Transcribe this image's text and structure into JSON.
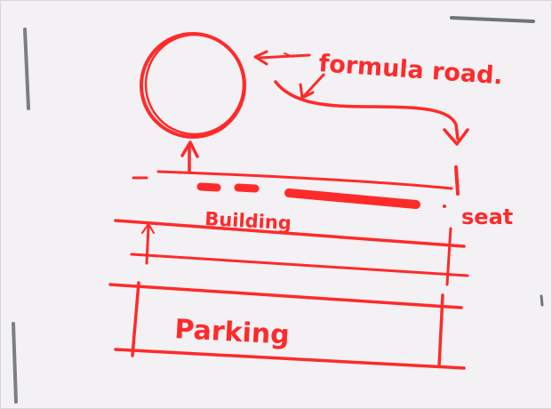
{
  "ink_color": "#ff2a2a",
  "labels": {
    "formula_road": "formula road.",
    "building": "Building",
    "seat": "seat",
    "parking": "Parking"
  }
}
